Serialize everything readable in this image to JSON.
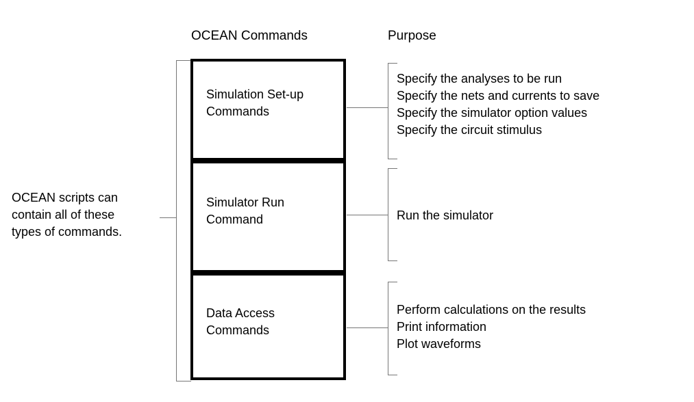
{
  "diagram": {
    "headings": {
      "commands": "OCEAN Commands",
      "purpose": "Purpose"
    },
    "left_caption": {
      "lines": [
        "OCEAN scripts can",
        "contain all of these",
        "types of commands."
      ]
    },
    "boxes": [
      {
        "id": "simulation-setup",
        "label_lines": [
          "Simulation Set-up",
          "Commands"
        ],
        "purpose_lines": [
          "Specify the analyses to be run",
          "Specify the nets and currents to save",
          "Specify the simulator option values",
          "Specify the circuit stimulus"
        ]
      },
      {
        "id": "simulator-run",
        "label_lines": [
          "Simulator Run",
          "Command"
        ],
        "purpose_lines": [
          "Run the simulator"
        ]
      },
      {
        "id": "data-access",
        "label_lines": [
          "Data Access",
          "Commands"
        ],
        "purpose_lines": [
          "Perform calculations on the results",
          "Print information",
          "Plot waveforms"
        ]
      }
    ],
    "colors": {
      "background": "#ffffff",
      "box_border": "#000000",
      "bracket_line": "#767676",
      "text": "#000000"
    }
  }
}
